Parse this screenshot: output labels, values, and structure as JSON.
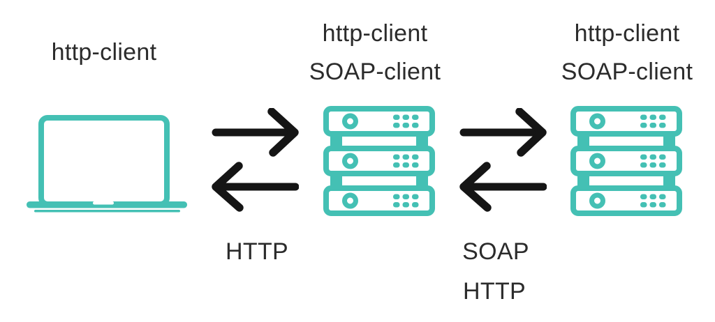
{
  "diagram": {
    "colors": {
      "accent_teal": "#44c0b4",
      "arrow_black": "#151515",
      "text_color": "#2b2b2b",
      "background": "#ffffff"
    },
    "nodes": {
      "client": {
        "label": "http-client",
        "icon": "laptop-icon"
      },
      "middle_server": {
        "label_line1": "http-client",
        "label_line2": "SOAP-client",
        "icon": "server-stack-icon"
      },
      "right_server": {
        "label_line1": "http-client",
        "label_line2": "SOAP-client",
        "icon": "server-stack-icon"
      }
    },
    "links": {
      "client_to_middle": {
        "protocol": "HTTP",
        "request_icon": "arrow-right-icon",
        "response_icon": "arrow-left-icon"
      },
      "middle_to_right": {
        "protocol_line1": "SOAP",
        "protocol_line2": "HTTP",
        "request_icon": "arrow-right-icon",
        "response_icon": "arrow-left-icon"
      }
    }
  }
}
